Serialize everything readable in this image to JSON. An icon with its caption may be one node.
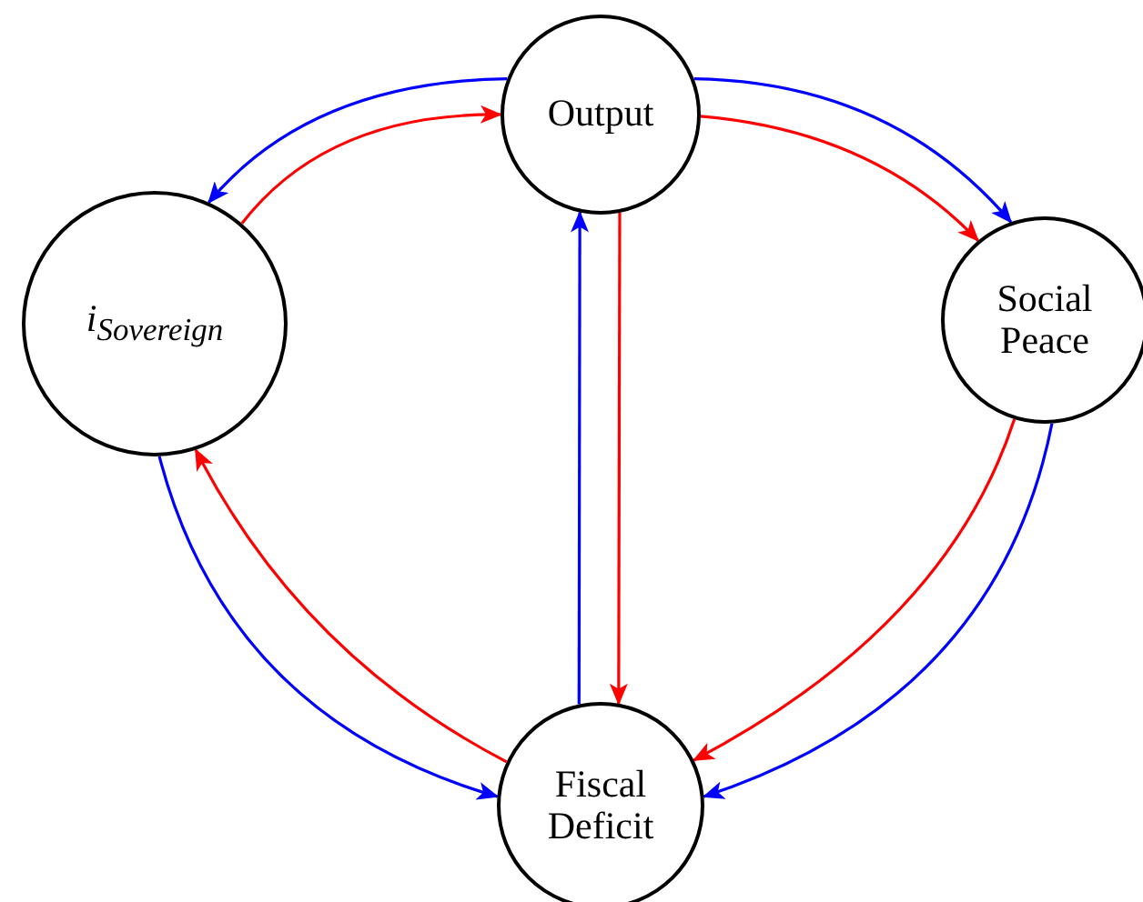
{
  "diagram": {
    "nodes": [
      {
        "text": [
          "Output"
        ]
      },
      {
        "text": [
          "i$_{Sovereign}$"
        ]
      },
      {
        "text": [
          "Social Peace"
        ]
      },
      {
        "text": [
          "Fiscal Deficit"
        ]
      }
    ],
    "edges": [
      {
        "from": 0,
        "to": 1,
        "arrow": "to",
        "color": "#0000ff"
      },
      {
        "from": 1,
        "to": 0,
        "arrow": "to",
        "color": "#ff0000"
      },
      {
        "from": 0,
        "to": 2,
        "arrow": "to",
        "color": "#0000ff"
      },
      {
        "from": 0,
        "to": 2,
        "arrow": "to",
        "color": "#ff0000"
      },
      {
        "from": 0,
        "to": 3,
        "arrow": "to",
        "color": "#ff0000"
      },
      {
        "from": 3,
        "to": 0,
        "arrow": "to",
        "color": "#0000ff"
      },
      {
        "from": 2,
        "to": 3,
        "arrow": "to",
        "color": "#ff0000"
      },
      {
        "from": 2,
        "to": 3,
        "arrow": "to",
        "color": "#0000ff"
      },
      {
        "from": 1,
        "to": 3,
        "arrow": "to",
        "color": "#0000ff"
      },
      {
        "from": 3,
        "to": 1,
        "arrow": "to",
        "color": "#ff0000"
      }
    ]
  }
}
